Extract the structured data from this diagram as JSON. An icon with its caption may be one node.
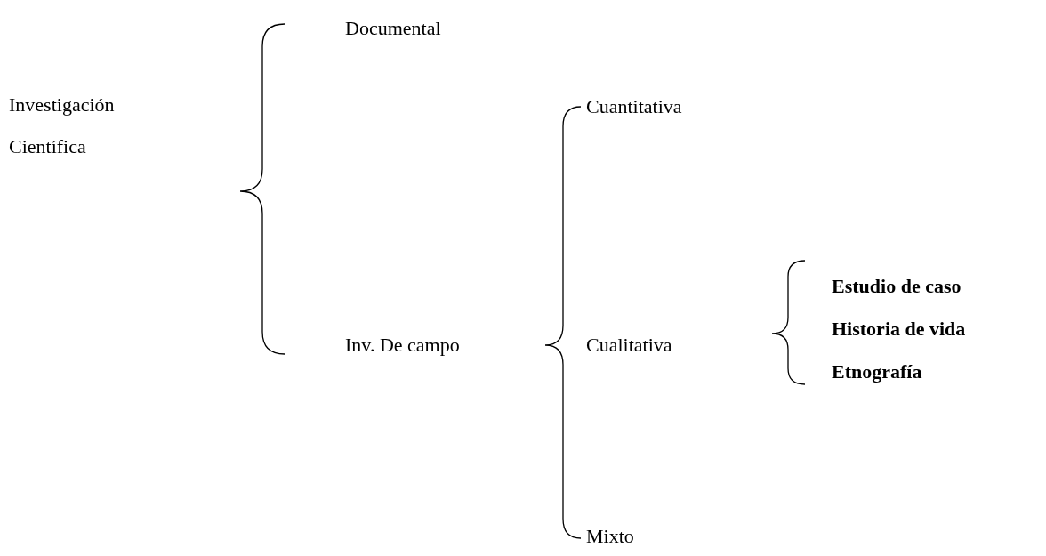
{
  "diagram": {
    "labels": [
      "Documental",
      "Investigación Científica",
      "Cuantitativa",
      "Estudio de caso",
      "Inv. De campo",
      "Cualitativa",
      "Historia de vida",
      "Etnografía",
      "Mixto"
    ]
  }
}
